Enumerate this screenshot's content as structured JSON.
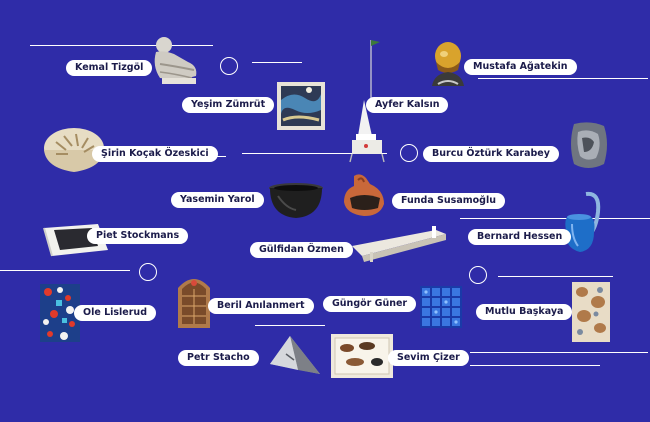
{
  "colors": {
    "background": "#2f2ca8",
    "pill": "#ffffff",
    "pill_text": "#1b1b4a"
  },
  "artists": [
    {
      "id": "kemal-tizgol",
      "name": "Kemal Tizgöl",
      "work_icon": "seated-figure-sculpture-icon"
    },
    {
      "id": "mustafa-agatekin",
      "name": "Mustafa Ağatekin",
      "work_icon": "golden-head-sculpture-icon"
    },
    {
      "id": "yesim-zumrut",
      "name": "Yeşim Zümrüt",
      "work_icon": "ceramic-tile-icon"
    },
    {
      "id": "ayfer-kalsin",
      "name": "Ayfer Kalsın",
      "work_icon": "cone-figure-with-flag-icon"
    },
    {
      "id": "sirin-kocak-ozeskici",
      "name": "Şirin Koçak Özeskici",
      "work_icon": "carved-bowl-icon"
    },
    {
      "id": "burcu-ozturk-karabey",
      "name": "Burcu Öztürk Karabey",
      "work_icon": "stone-relief-icon"
    },
    {
      "id": "yasemin-yarol",
      "name": "Yasemin Yarol",
      "work_icon": "black-pot-icon"
    },
    {
      "id": "funda-susamoglu",
      "name": "Funda Susamoğlu",
      "work_icon": "terracotta-bag-icon"
    },
    {
      "id": "piet-stockmans",
      "name": "Piet Stockmans",
      "work_icon": "porcelain-tray-icon"
    },
    {
      "id": "bernard-hessen",
      "name": "Bernard Hessen",
      "work_icon": "blue-glass-vessel-icon"
    },
    {
      "id": "gulfidan-ozmen",
      "name": "Gülfidan Özmen",
      "work_icon": "white-ceramic-slab-icon"
    },
    {
      "id": "ole-lislerud",
      "name": "Ole Lislerud",
      "work_icon": "patterned-tile-icon"
    },
    {
      "id": "beril-anilanmert",
      "name": "Beril Anılanmert",
      "work_icon": "ornate-door-icon"
    },
    {
      "id": "gungor-guner",
      "name": "Güngör Güner",
      "work_icon": "blue-tile-panel-icon"
    },
    {
      "id": "mutlu-baskaya",
      "name": "Mutlu Başkaya",
      "work_icon": "vessel-collage-panel-icon"
    },
    {
      "id": "petr-stacho",
      "name": "Petr Stacho",
      "work_icon": "faceted-stone-icon"
    },
    {
      "id": "sevim-cizer",
      "name": "Sevim Çizer",
      "work_icon": "box-with-objects-icon"
    }
  ]
}
